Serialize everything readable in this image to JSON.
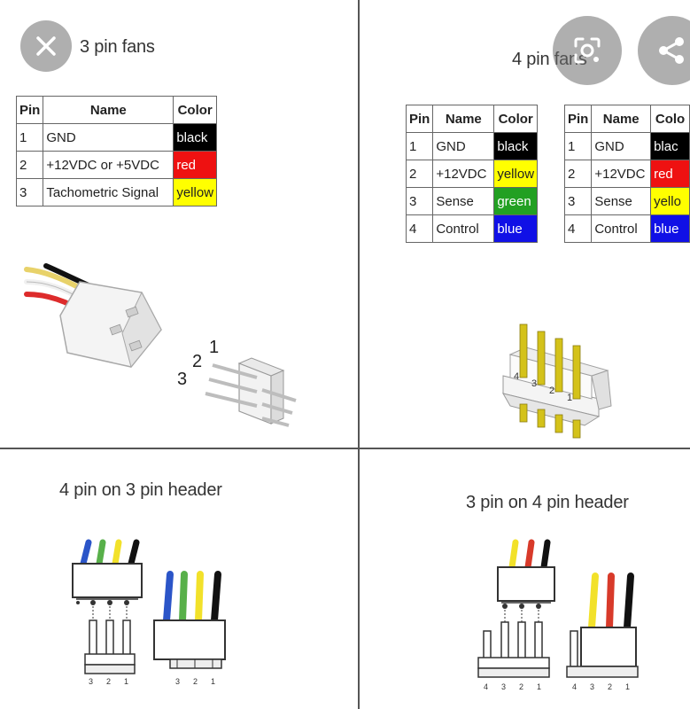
{
  "panels": {
    "three_pin": {
      "title": "3 pin fans",
      "headers": [
        "Pin",
        "Name",
        "Color"
      ],
      "rows": [
        {
          "pin": "1",
          "name": "GND",
          "color": "black"
        },
        {
          "pin": "2",
          "name": "+12VDC or +5VDC",
          "color": "red"
        },
        {
          "pin": "3",
          "name": "Tachometric Signal",
          "color": "yellow"
        }
      ],
      "header_numbers": [
        "3",
        "2",
        "1"
      ]
    },
    "four_pin": {
      "title": "4 pin fans",
      "headers": [
        "Pin",
        "Name",
        "Color"
      ],
      "rows": [
        {
          "pin": "1",
          "name": "GND",
          "color": "black"
        },
        {
          "pin": "2",
          "name": "+12VDC",
          "color": "yellow"
        },
        {
          "pin": "3",
          "name": "Sense",
          "color": "green"
        },
        {
          "pin": "4",
          "name": "Control",
          "color": "blue"
        }
      ],
      "second_table": {
        "headers": [
          "Pin",
          "Name",
          "Colo"
        ],
        "rows": [
          {
            "pin": "1",
            "name": "GND",
            "color": "blac"
          },
          {
            "pin": "2",
            "name": "+12VDC",
            "color": "red"
          },
          {
            "pin": "3",
            "name": "Sense",
            "color": "yello"
          },
          {
            "pin": "4",
            "name": "Control",
            "color": "blue"
          }
        ]
      },
      "header_numbers": [
        "4",
        "3",
        "2",
        "1"
      ]
    },
    "four_on_three": {
      "title": "4 pin on 3 pin header",
      "labels_left": [
        "3",
        "2",
        "1"
      ],
      "labels_right": [
        "3",
        "2",
        "1"
      ]
    },
    "three_on_four": {
      "title": "3 pin on 4 pin header",
      "labels_left": [
        "4",
        "3",
        "2",
        "1"
      ],
      "labels_right": [
        "4",
        "3",
        "2",
        "1"
      ]
    }
  },
  "colors": {
    "black": "#000000",
    "red": "#ee1111",
    "yellow": "#ffff00",
    "green": "#22a022",
    "blue": "#1010e6"
  },
  "icons": {
    "close": "close-icon",
    "lens": "lens-icon",
    "share": "share-icon"
  }
}
